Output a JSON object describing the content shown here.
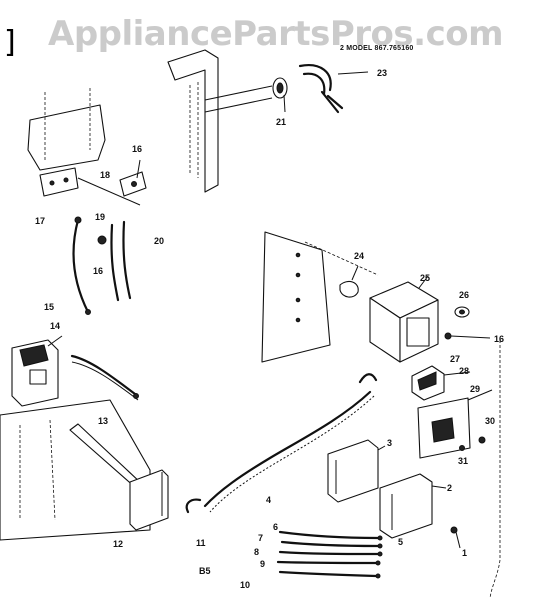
{
  "watermark": "AppliancePartsPros.com",
  "header_code": "2 MODEL 867.765160",
  "corner_bracket": "]",
  "figure_label": "B5",
  "part_numbers": [
    "1",
    "2",
    "3",
    "4",
    "5",
    "6",
    "7",
    "8",
    "9",
    "10",
    "11",
    "12",
    "13",
    "14",
    "15",
    "16",
    "16",
    "16",
    "17",
    "18",
    "19",
    "20",
    "21",
    "23",
    "24",
    "25",
    "26",
    "27",
    "28",
    "29",
    "30",
    "31"
  ]
}
